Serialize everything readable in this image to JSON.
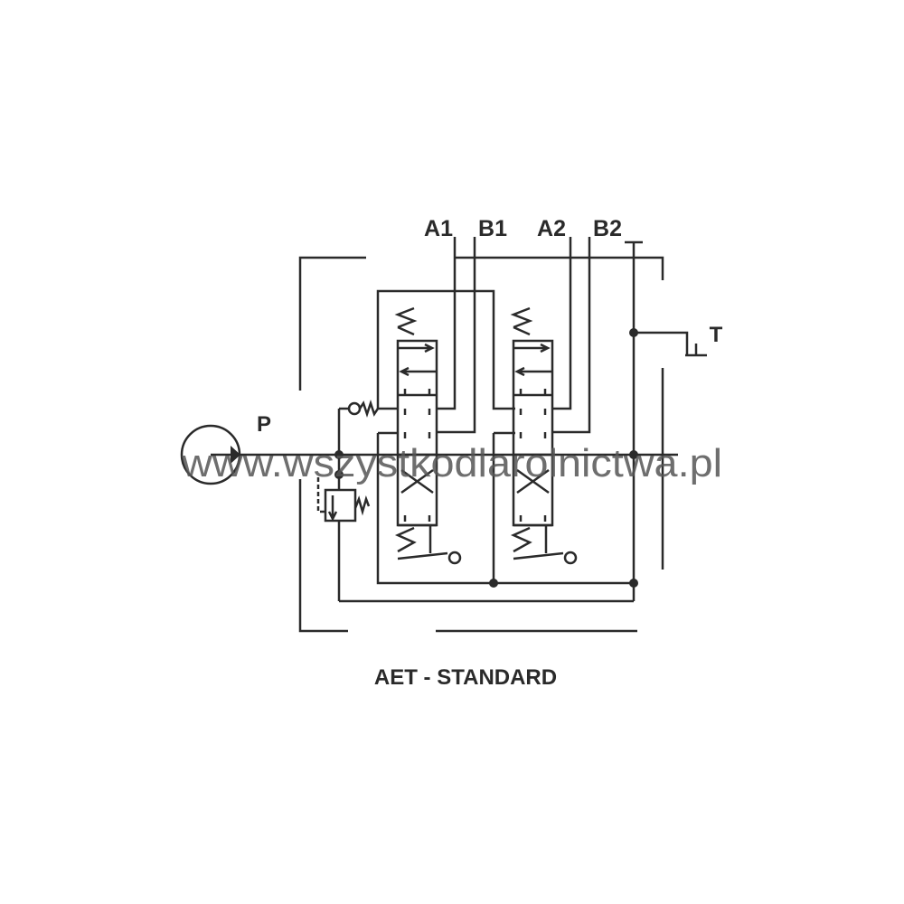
{
  "ports": {
    "a1": "A1",
    "b1": "B1",
    "a2": "A2",
    "b2": "B2",
    "p": "P",
    "t": "T"
  },
  "title": "AET - STANDARD",
  "watermark": "www.wszystkodlarolnictwa.pl",
  "colors": {
    "line": "#2a2a2a",
    "watermark": "#555555"
  }
}
